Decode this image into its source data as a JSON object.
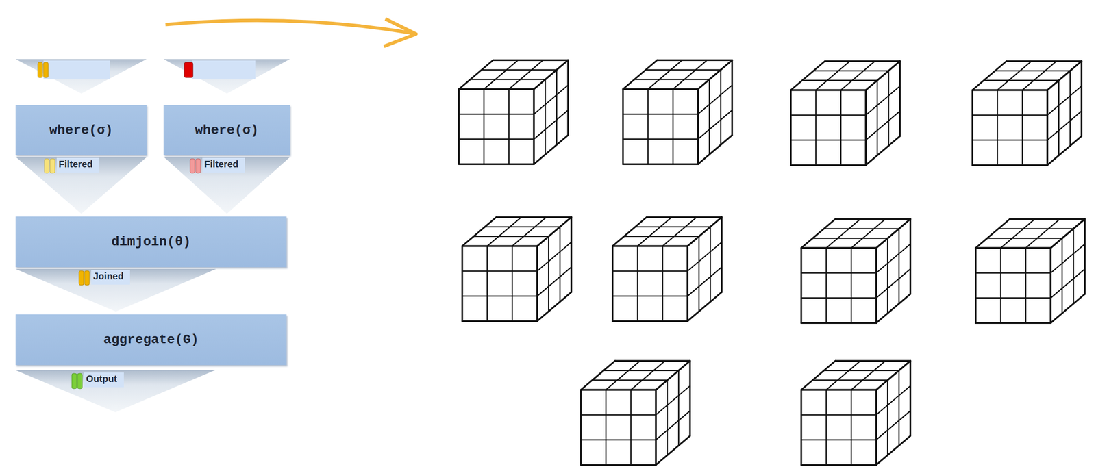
{
  "diagram": {
    "nodes": [
      {
        "text": [
          "where(σ)"
        ]
      },
      {
        "text": [
          "where(σ)"
        ]
      },
      {
        "text": [
          "dimjoin(θ)"
        ]
      },
      {
        "text": [
          "aggregate(G)"
        ]
      }
    ],
    "edges": [
      {
        "from": 0,
        "to": 2,
        "label": "Filtered",
        "arrow": "to"
      },
      {
        "from": 1,
        "to": 2,
        "label": "Filtered",
        "arrow": "to"
      },
      {
        "from": 2,
        "to": 3,
        "label": "Joined",
        "arrow": "to"
      }
    ],
    "labels": [
      "Output"
    ]
  }
}
